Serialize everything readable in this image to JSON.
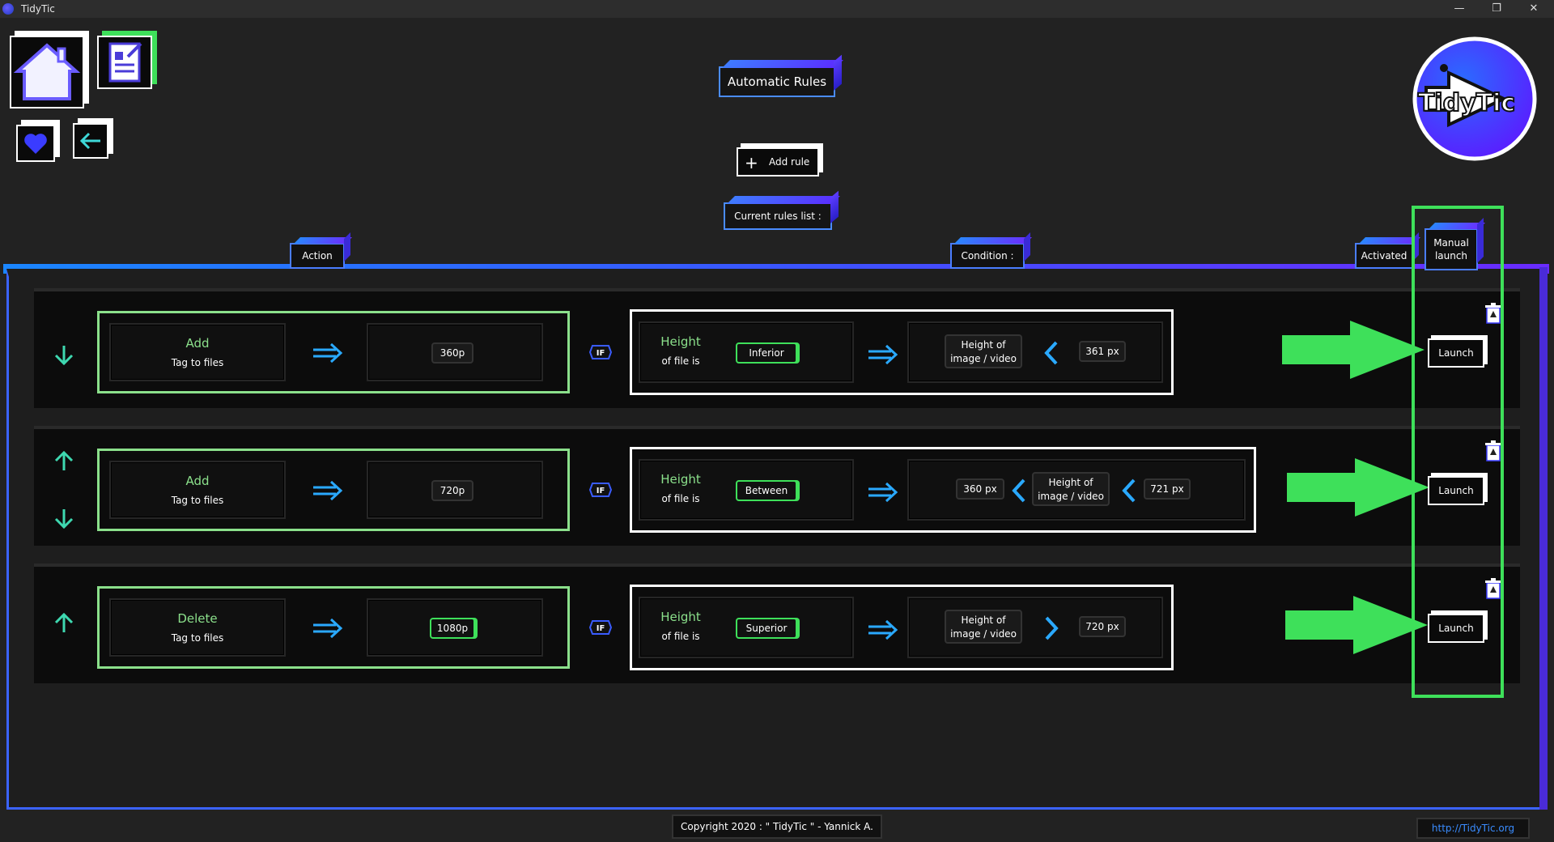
{
  "window": {
    "title": "TidyTic",
    "controls": {
      "minimize": "—",
      "maximize": "❐",
      "close": "✕"
    }
  },
  "header": {
    "title": "Automatic Rules",
    "add_rule_label": "Add rule",
    "current_rules_label": "Current rules list :",
    "logo_text": "TidyTic"
  },
  "columns": {
    "action": "Action",
    "condition": "Condition :",
    "activated": "Activated",
    "manual_launch_line1": "Manual",
    "manual_launch_line2": "launch"
  },
  "rules": [
    {
      "action_verb": "Add",
      "action_object": "Tag to files",
      "tag": "360p",
      "if_label": "IF",
      "condition_line1": "Height",
      "condition_line2": "of file is",
      "comparison": "Inferior",
      "target_line1": "Height of",
      "target_line2": "image / video",
      "value": "361 px",
      "launch": "Launch"
    },
    {
      "action_verb": "Add",
      "action_object": "Tag to files",
      "tag": "720p",
      "if_label": "IF",
      "condition_line1": "Height",
      "condition_line2": "of file is",
      "comparison": "Between",
      "low_value": "360 px",
      "target_line1": "Height of",
      "target_line2": "image / video",
      "value": "721 px",
      "launch": "Launch"
    },
    {
      "action_verb": "Delete",
      "action_object": "Tag to files",
      "tag": "1080p",
      "if_label": "IF",
      "condition_line1": "Height",
      "condition_line2": "of file is",
      "comparison": "Superior",
      "target_line1": "Height of",
      "target_line2": "image / video",
      "value": "720 px",
      "launch": "Launch"
    }
  ],
  "footer": {
    "copyright": "Copyright 2020 : \" TidyTic \" - Yannick A.",
    "link": "http://TidyTic.org"
  },
  "colors": {
    "accent_blue": "#3b63ff",
    "accent_green": "#3ee05a",
    "text_green": "#8be08b",
    "purple": "#6a2bff"
  }
}
